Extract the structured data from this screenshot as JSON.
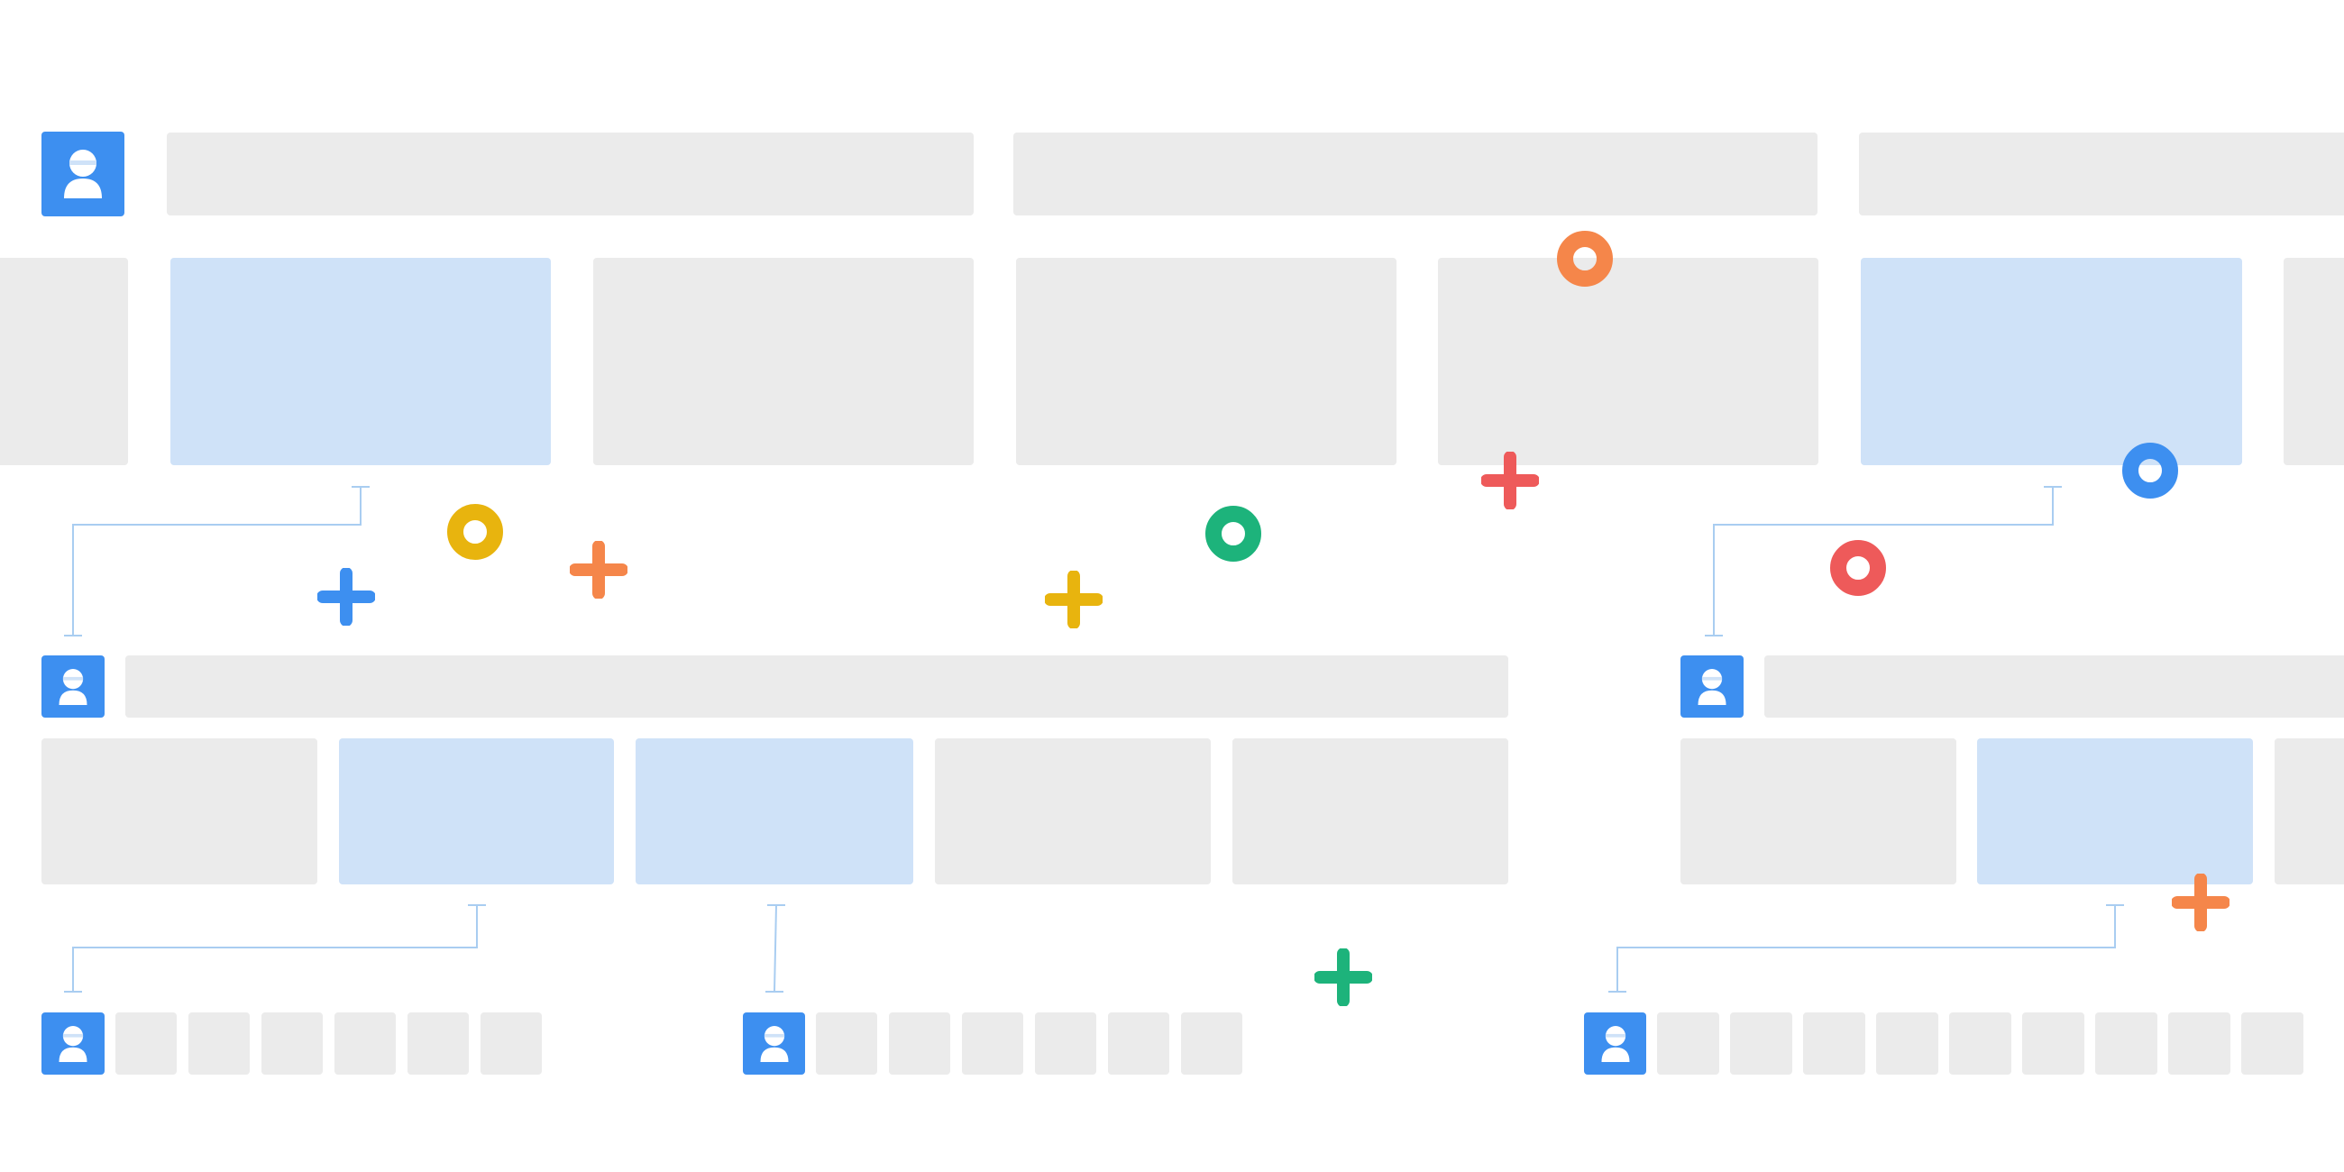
{
  "diagram": {
    "colors": {
      "background": "#ffffff",
      "block": "#ebebeb",
      "block_selected": "#cfe2f8",
      "avatar": "#3d8ff0",
      "connector": "#a9cdf1"
    },
    "rows": {
      "level_1": {
        "avatar_icon": "user-icon",
        "header_bars": 3,
        "cards": [
          "default",
          "selected",
          "default",
          "default",
          "default",
          "selected",
          "default"
        ]
      },
      "level_2_left": {
        "avatar_icon": "user-icon",
        "cards": [
          "default",
          "selected",
          "selected",
          "default",
          "default"
        ]
      },
      "level_2_right": {
        "avatar_icon": "user-icon",
        "cards": [
          "default",
          "selected",
          "default"
        ]
      },
      "level_3": [
        {
          "avatar_icon": "user-icon",
          "tiles": 6
        },
        {
          "avatar_icon": "user-icon",
          "tiles": 6
        },
        {
          "avatar_icon": "user-icon",
          "tiles": 9
        }
      ]
    },
    "decorations": [
      {
        "shape": "ring",
        "color": "#f5864a"
      },
      {
        "shape": "ring",
        "color": "#e8b40e"
      },
      {
        "shape": "ring",
        "color": "#1db37b"
      },
      {
        "shape": "ring",
        "color": "#3d8ff0"
      },
      {
        "shape": "ring",
        "color": "#ee5a5a"
      },
      {
        "shape": "plus",
        "color": "#3d8ff0"
      },
      {
        "shape": "plus",
        "color": "#f5864a"
      },
      {
        "shape": "plus",
        "color": "#e8b40e"
      },
      {
        "shape": "plus",
        "color": "#ee5a5a"
      },
      {
        "shape": "plus",
        "color": "#1db37b"
      },
      {
        "shape": "plus",
        "color": "#f5864a"
      }
    ]
  }
}
